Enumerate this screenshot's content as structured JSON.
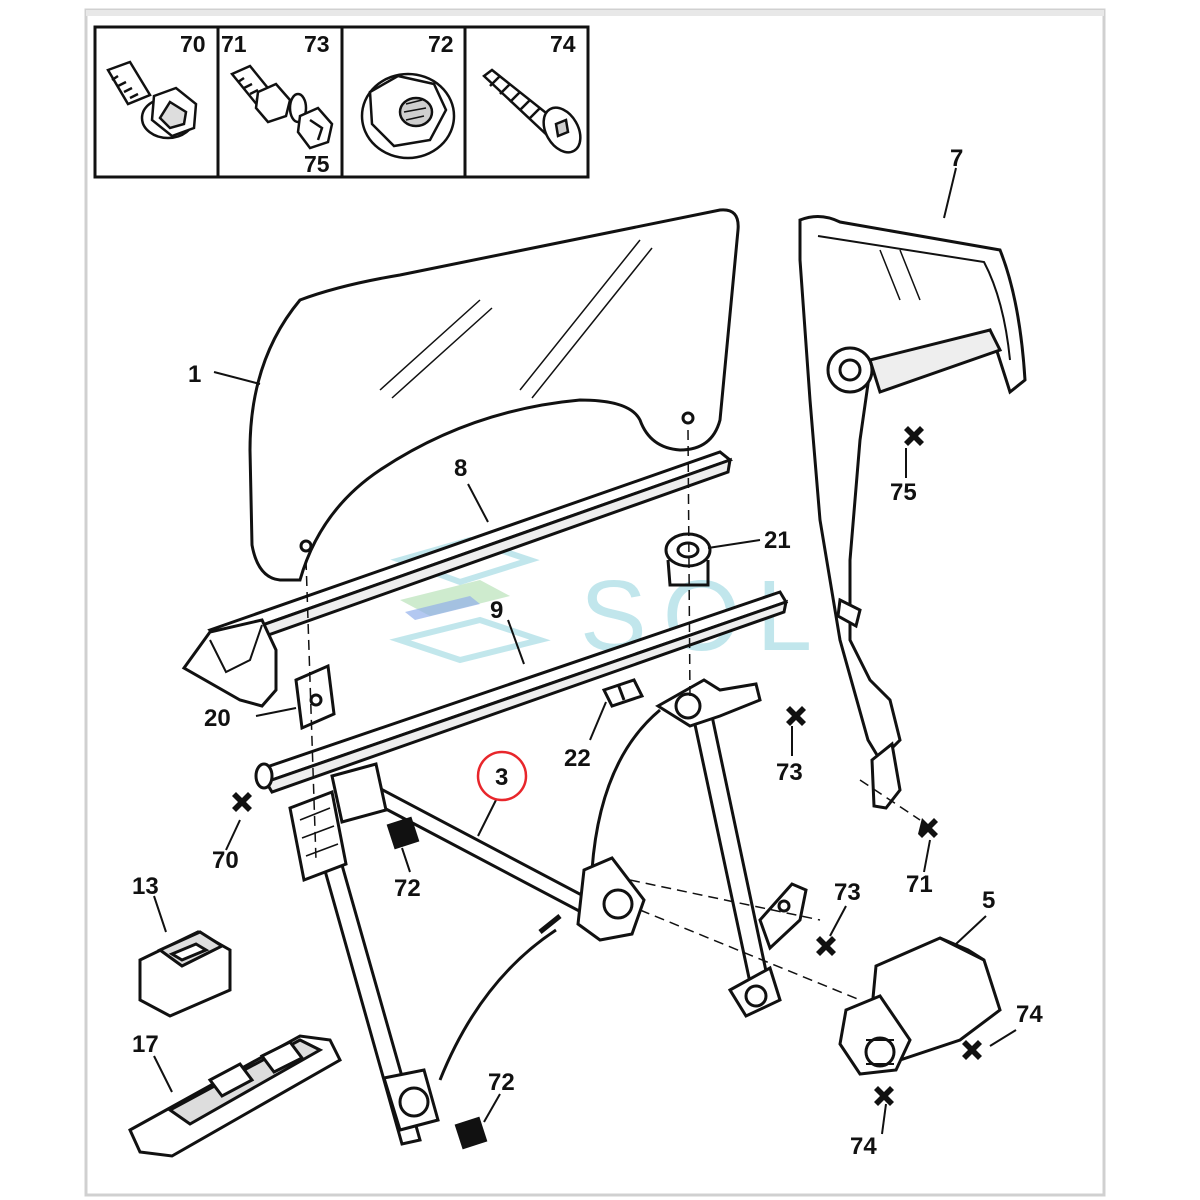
{
  "legend_boxes": [
    {
      "id": "box-70",
      "labels": [
        "70"
      ]
    },
    {
      "id": "box-71-73-75",
      "labels": [
        "71",
        "73",
        "75"
      ]
    },
    {
      "id": "box-72",
      "labels": [
        "72"
      ]
    },
    {
      "id": "box-74",
      "labels": [
        "74"
      ]
    }
  ],
  "callouts": [
    {
      "id": "1",
      "text": "1"
    },
    {
      "id": "3",
      "text": "3",
      "circled": true
    },
    {
      "id": "5",
      "text": "5"
    },
    {
      "id": "7",
      "text": "7"
    },
    {
      "id": "8",
      "text": "8"
    },
    {
      "id": "9",
      "text": "9"
    },
    {
      "id": "13",
      "text": "13"
    },
    {
      "id": "17",
      "text": "17"
    },
    {
      "id": "20",
      "text": "20"
    },
    {
      "id": "21",
      "text": "21"
    },
    {
      "id": "22",
      "text": "22"
    },
    {
      "id": "70",
      "text": "70"
    },
    {
      "id": "71",
      "text": "71"
    },
    {
      "id": "72a",
      "text": "72"
    },
    {
      "id": "72b",
      "text": "72"
    },
    {
      "id": "73a",
      "text": "73"
    },
    {
      "id": "73b",
      "text": "73"
    },
    {
      "id": "74a",
      "text": "74"
    },
    {
      "id": "74b",
      "text": "74"
    },
    {
      "id": "75",
      "text": "75"
    }
  ],
  "watermark": {
    "text": "SOL",
    "color": "#8fd3dd"
  },
  "colors": {
    "ink": "#111111",
    "highlight": "#e8262b",
    "frame": "#cfcfcf"
  }
}
